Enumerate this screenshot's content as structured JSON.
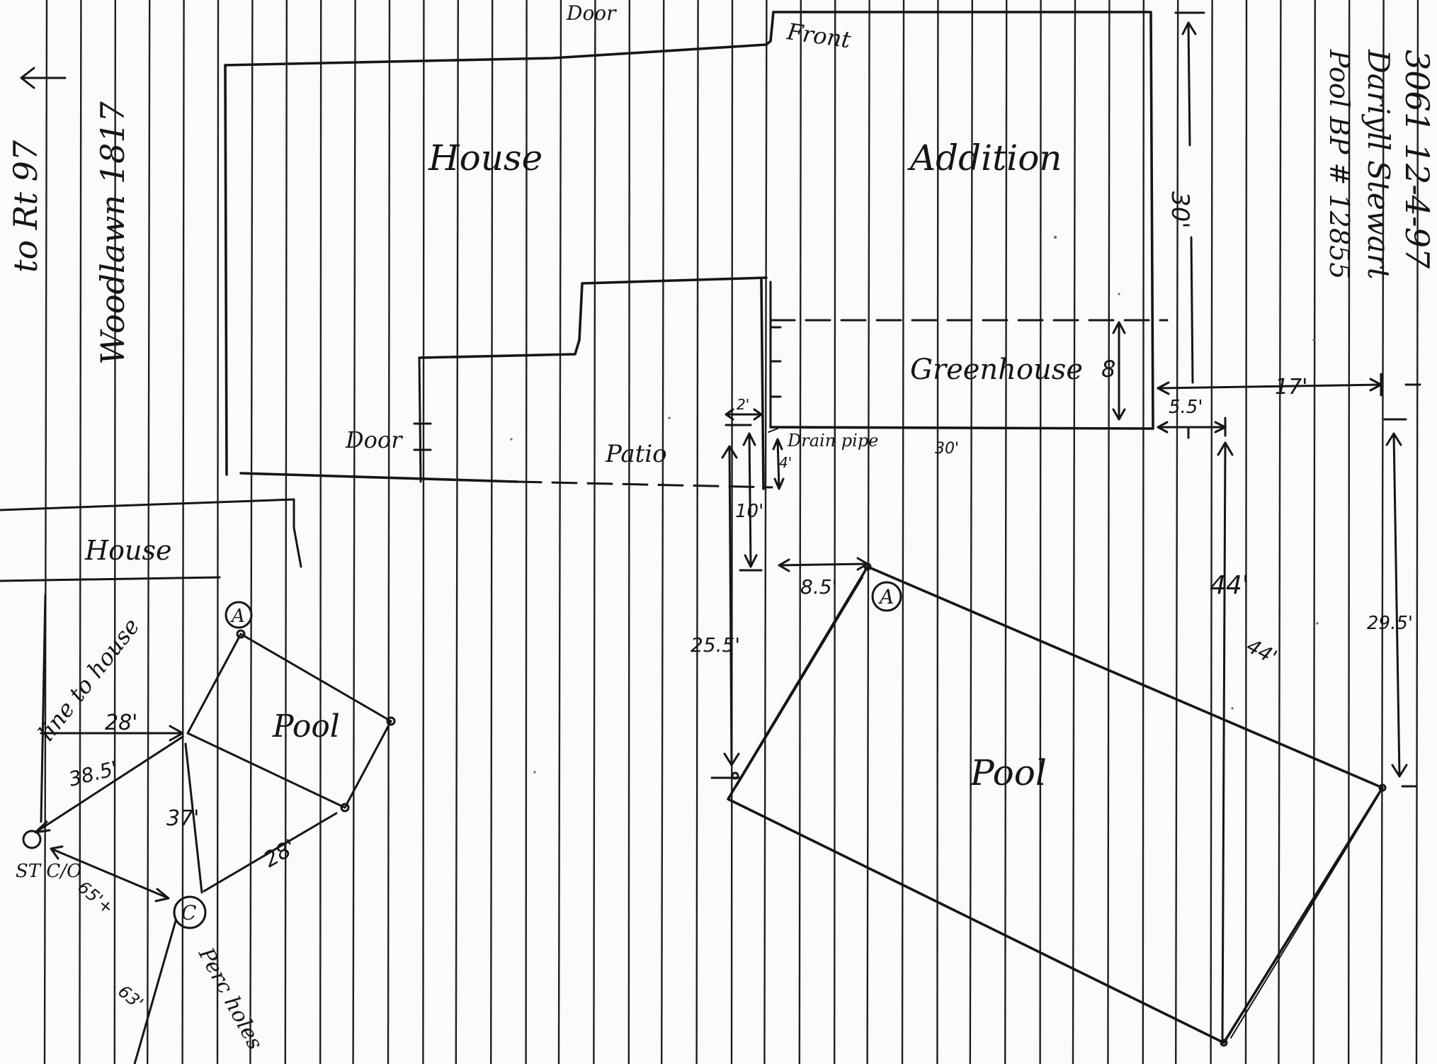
{
  "header": {
    "line1": "3061 12-4-97",
    "line2": "Dariyll Stewart",
    "line3": "Pool BP # 12855"
  },
  "road": {
    "name": "Woodlawn 1817",
    "direction": "to Rt 97"
  },
  "plan": {
    "door_top": "Door",
    "front": "Front",
    "house": "House",
    "addition": "Addition",
    "greenhouse": "Greenhouse",
    "door_left": "Door",
    "patio": "Patio",
    "drain_pipe": "Drain pipe",
    "house_small": "House",
    "pool_main": "Pool",
    "pool_small": "Pool",
    "line_to_house": "line to house",
    "st_co": "ST C/O",
    "perc_holes": "Perc holes",
    "marker_a": "A",
    "marker_c": "C"
  },
  "dimensions": {
    "d30": "30'",
    "d8": "8'",
    "d17": "17'",
    "d5_5": "5.5'",
    "d44a": "44'",
    "d44b": "44'",
    "d29_5": "29.5'",
    "d25_5": "25.5'",
    "d8_5": "8.5'",
    "d10": "10'",
    "d4": "4'",
    "d2": "2'",
    "d30b": "30'",
    "d28a": "28'",
    "d38_5": "38.5'",
    "d37": "37'",
    "d28b": "28'",
    "d65": "65'+",
    "d63": "63'"
  }
}
